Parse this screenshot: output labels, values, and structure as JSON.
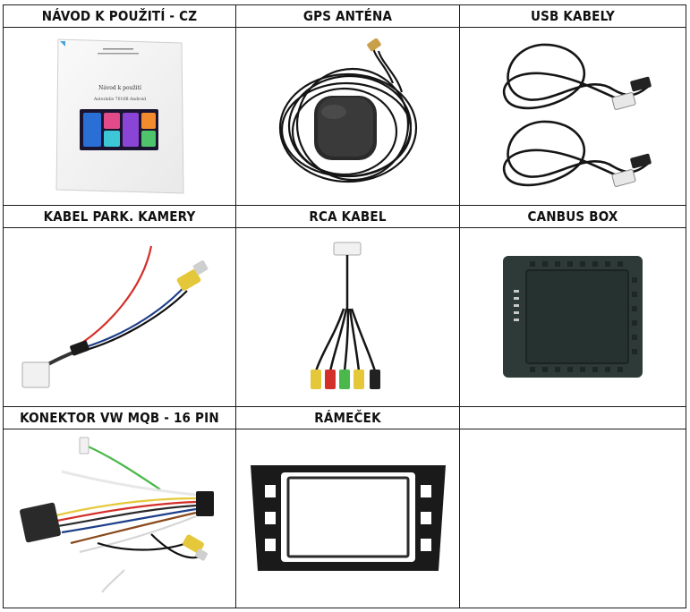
{
  "items": [
    {
      "label": "NÁVOD K POUŽITÍ - CZ",
      "image": "manual-booklet"
    },
    {
      "label": "GPS ANTÉNA",
      "image": "gps-antenna"
    },
    {
      "label": "USB KABELY",
      "image": "usb-cables"
    },
    {
      "label": "KABEL PARK. KAMERY",
      "image": "parking-camera-cable"
    },
    {
      "label": "RCA KABEL",
      "image": "rca-cable"
    },
    {
      "label": "CANBUS BOX",
      "image": "canbus-box"
    },
    {
      "label": "KONEKTOR VW MQB - 16 PIN",
      "image": "vw-mqb-connector"
    },
    {
      "label": "RÁMEČEK",
      "image": "frame-bezel"
    },
    {
      "label": "",
      "image": ""
    }
  ],
  "manual": {
    "title": "Návod k použití",
    "subtitle": "Autorádio 7010B Android"
  }
}
